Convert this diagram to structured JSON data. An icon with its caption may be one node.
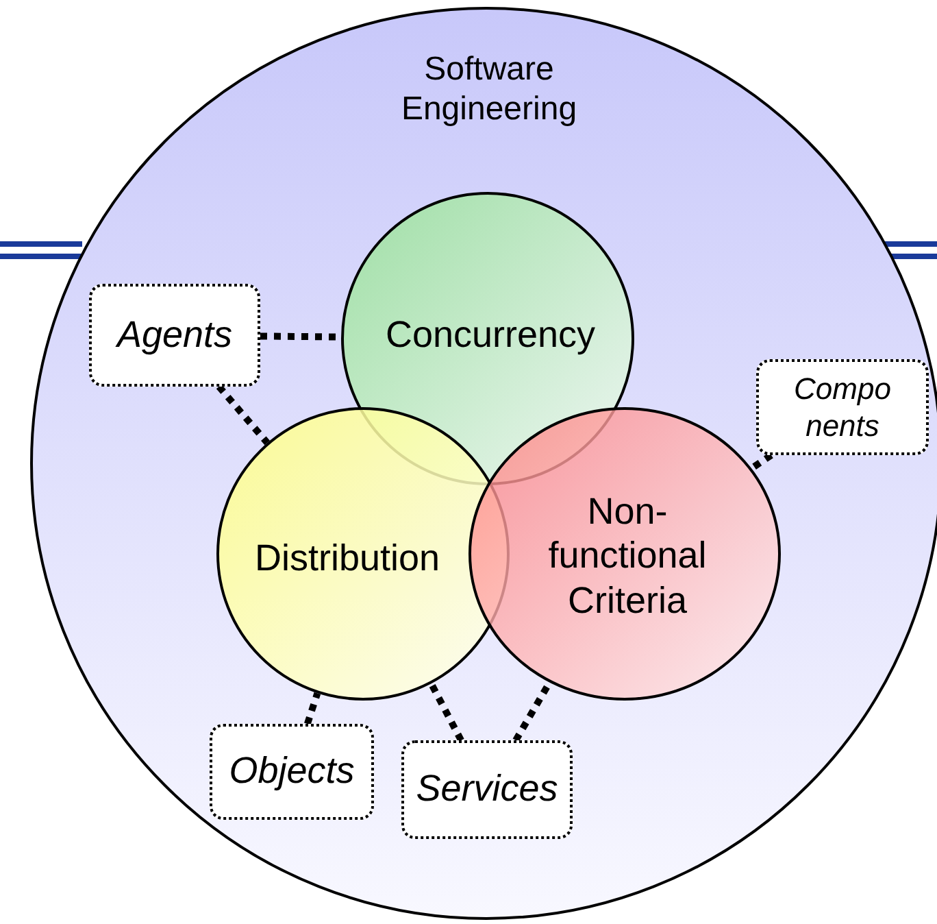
{
  "diagram": {
    "nodes": [
      {
        "text": [
          "Software Engineering"
        ]
      },
      {
        "text": [
          "Concurrency"
        ],
        "in": 0
      },
      {
        "text": [
          "Agents"
        ],
        "in": 0
      },
      {
        "text": [
          "Compo nents"
        ],
        "in": 0
      },
      {
        "text": [
          "Distribution"
        ],
        "in": 0
      },
      {
        "text": [
          "Non- functional Criteria"
        ],
        "in": 0
      },
      {
        "text": [
          "Objects"
        ],
        "in": 0
      },
      {
        "text": [
          "Services"
        ],
        "in": 0
      }
    ],
    "edges": [
      {
        "from": 2,
        "to": 1,
        "arrow": "none"
      },
      {
        "from": 2,
        "to": 4,
        "arrow": "none"
      },
      {
        "from": 3,
        "to": 5,
        "arrow": "none"
      },
      {
        "from": 6,
        "to": 4,
        "arrow": "none"
      },
      {
        "from": 7,
        "to": 4,
        "arrow": "none"
      },
      {
        "from": 7,
        "to": 5,
        "arrow": "none"
      }
    ]
  }
}
